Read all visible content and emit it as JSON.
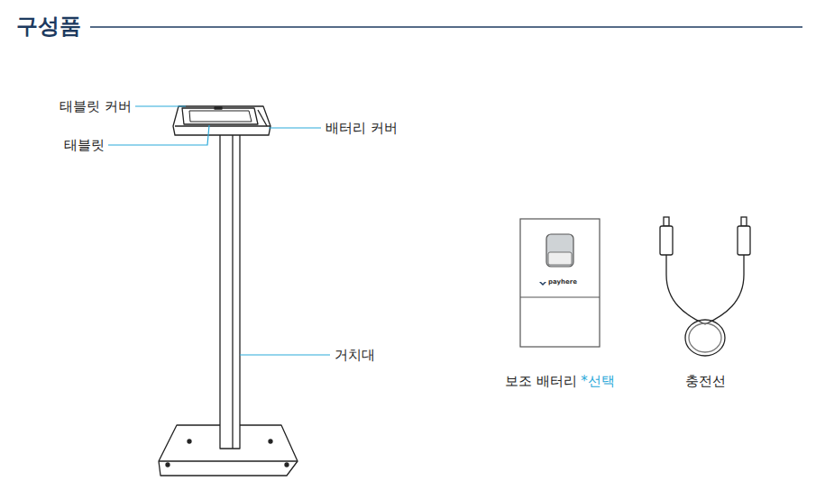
{
  "diagram": {
    "title": "구성품",
    "labels": [
      "태블릿 커버",
      "태블릿",
      "배터리 커버",
      "거치대",
      "payhere",
      "보조 배터리",
      "*선택",
      "충전선"
    ]
  }
}
